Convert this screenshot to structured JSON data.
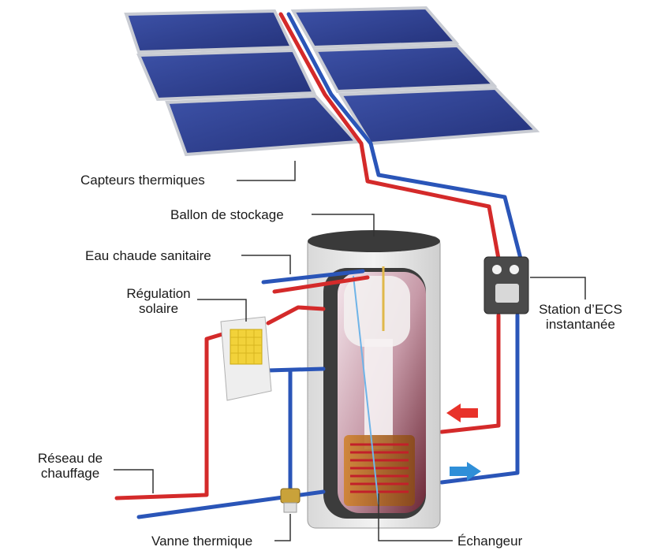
{
  "labels": {
    "capteurs": "Capteurs thermiques",
    "ballon": "Ballon de stockage",
    "eau_chaude": "Eau chaude sanitaire",
    "regulation_l1": "Régulation",
    "regulation_l2": "solaire",
    "station_l1": "Station d’ECS",
    "station_l2": "instantanée",
    "reseau_l1": "Réseau de",
    "reseau_l2": "chauffage",
    "vanne": "Vanne thermique",
    "echangeur": "Échangeur"
  },
  "colors": {
    "hot_pipe": "#d42a2a",
    "cold_pipe": "#2a55b8",
    "panel": "#2e3f8e",
    "panel_frame": "#c9ccd3",
    "tank_outer": "#e6e6e6",
    "tank_insulation": "#3c3c3c",
    "arrow_hot": "#e8322a",
    "arrow_cold": "#2f8fd8"
  }
}
